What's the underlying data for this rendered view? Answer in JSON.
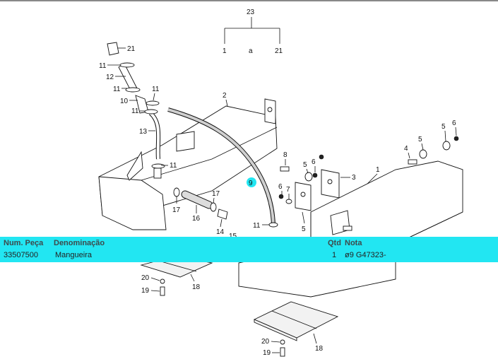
{
  "diagram": {
    "callouts": {
      "c23": "23",
      "c1a": "1",
      "ca": "a",
      "c21a": "21",
      "c21": "21",
      "c11a": "11",
      "c12": "12",
      "c11b": "11",
      "c11c": "11",
      "c10": "10",
      "c11d": "11",
      "c2": "2",
      "c13": "13",
      "c11e": "11",
      "c17a": "17",
      "c17b": "17",
      "c16": "16",
      "c14": "14",
      "c15": "15",
      "c11f": "11",
      "c8": "8",
      "c5a": "5",
      "c6a": "6",
      "c3": "3",
      "c6b": "6",
      "c7": "7",
      "c1": "1",
      "c4": "4",
      "c5b": "5",
      "c5c": "5",
      "c6c": "6",
      "c5d": "5",
      "c20a": "20",
      "c19a": "19",
      "c18a": "18",
      "c20b": "20",
      "c19b": "19",
      "c18b": "18"
    },
    "selected_callout": "9",
    "highlight_color": "#22e6f2"
  },
  "info_bar": {
    "headers": {
      "part_number": "Num. Peça",
      "description": "Denominação",
      "qty": "Qtd",
      "note": "Nota"
    },
    "row": {
      "part_number": "33507500",
      "description": "Mangueira",
      "qty": "1",
      "note": "ø9 G47323-"
    },
    "bar_color": "#22e6f2"
  }
}
